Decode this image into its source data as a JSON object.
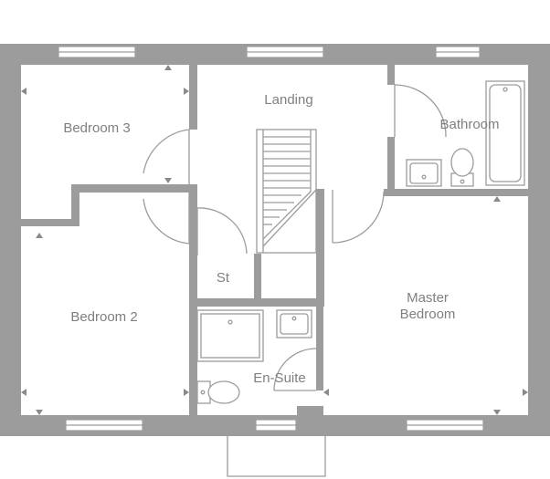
{
  "rooms": {
    "bedroom3": "Bedroom 3",
    "landing": "Landing",
    "bathroom": "Bathroom",
    "bedroom2": "Bedroom 2",
    "store": "St",
    "master_line1": "Master",
    "master_line2": "Bedroom",
    "ensuite": "En-Suite"
  },
  "colors": {
    "wall": "#9c9c9c",
    "label": "#7f7f7f",
    "background": "#ffffff"
  }
}
